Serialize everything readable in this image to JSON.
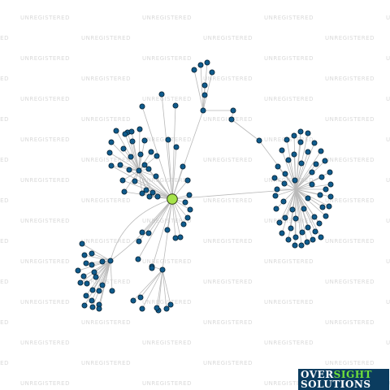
{
  "watermark": {
    "text": "UNREGISTERED"
  },
  "logo": {
    "word1": "OVER",
    "word2": "SIGHT",
    "word3": "SOLUTIONS"
  },
  "colors": {
    "background": "#ffffff",
    "edge": "#b9b9b9",
    "node": "#0f5b8c",
    "node_outline": "#0a2233",
    "center_node": "#a6e34a",
    "logo_bg": "#0b3c5f",
    "logo_accent": "#6fe03a"
  }
}
